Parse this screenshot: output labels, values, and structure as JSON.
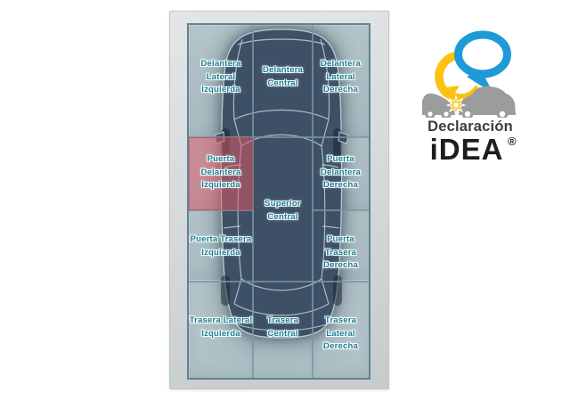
{
  "zones": [
    {
      "id": "delantera-lateral-izquierda",
      "label": "Delantera\nLateral\nIzquierda",
      "highlighted": false
    },
    {
      "id": "delantera-central",
      "label": "Delantera\nCentral",
      "highlighted": false
    },
    {
      "id": "delantera-lateral-derecha",
      "label": "Delantera\nLateral\nDerecha",
      "highlighted": false
    },
    {
      "id": "puerta-delantera-izquierda",
      "label": "Puerta\nDelantera\nIzquierda",
      "highlighted": true
    },
    {
      "id": "puerta-delantera-derecha",
      "label": "Puerta\nDelantera\nDerecha",
      "highlighted": false
    },
    {
      "id": "superior-central",
      "label": "Superior\nCentral",
      "highlighted": false
    },
    {
      "id": "puerta-trasera-izquierda",
      "label": "Puerta Trasera\nIzquierda",
      "highlighted": false
    },
    {
      "id": "puerta-trasera-derecha",
      "label": "Puerta Trasera\nDerecha",
      "highlighted": false
    },
    {
      "id": "trasera-lateral-izquierda",
      "label": "Trasera Lateral\nIzquierda",
      "highlighted": false
    },
    {
      "id": "trasera-central",
      "label": "Trasera\nCentral",
      "highlighted": false
    },
    {
      "id": "trasera-lateral-derecha",
      "label": "Trasera Lateral\nDerecha",
      "highlighted": false
    }
  ],
  "logo": {
    "line1": "Declaración",
    "line2": "iDEA",
    "registered": "®"
  },
  "colors": {
    "cell": "#b2c4c9",
    "grid_border": "#64808f",
    "car_body": "#3d5065",
    "label_text": "#177e93",
    "highlight": "#e45863",
    "logo_blue": "#1e9bd7",
    "logo_yellow": "#fcc211",
    "logo_gray": "#9c9c9c"
  }
}
